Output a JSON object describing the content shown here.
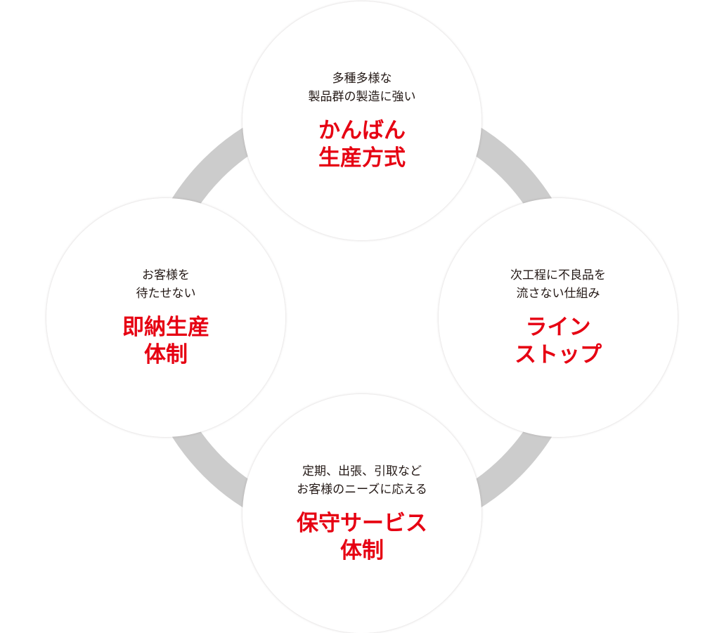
{
  "colors": {
    "title_red": "#e60012",
    "description_text": "#231815",
    "ring_gray": "#cccccc"
  },
  "nodes": {
    "top": {
      "desc_line1": "多種多様な",
      "desc_line2": "製品群の製造に強い",
      "title_line1": "かんばん",
      "title_line2": "生産方式"
    },
    "right": {
      "desc_line1": "次工程に不良品を",
      "desc_line2": "流さない仕組み",
      "title_line1": "ライン",
      "title_line2": "ストップ"
    },
    "left": {
      "desc_line1": "お客様を",
      "desc_line2": "待たせない",
      "title_line1": "即納生産",
      "title_line2": "体制"
    },
    "bottom": {
      "desc_line1": "定期、出張、引取など",
      "desc_line2": "お客様のニーズに応える",
      "title_line1": "保守サービス",
      "title_line2": "体制"
    }
  }
}
